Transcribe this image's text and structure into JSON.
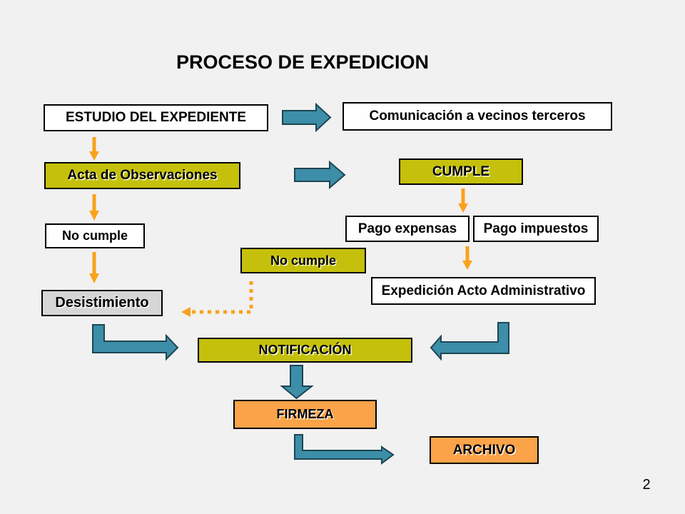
{
  "title": "PROCESO DE EXPEDICION",
  "page_number": "2",
  "colors": {
    "background": "#F1F1F1",
    "olive": "#C4C00C",
    "orange_box": "#FAA349",
    "orange_arrow": "#F9A21B",
    "teal": "#3D8EA8",
    "teal_outline": "#1D4553",
    "gray_box": "#D6D6D6"
  },
  "boxes": {
    "estudio": {
      "label": "ESTUDIO DEL EXPEDIENTE",
      "style": "white"
    },
    "comunicacion": {
      "label": "Comunicación a vecinos terceros",
      "style": "white"
    },
    "acta": {
      "label": "Acta de Observaciones",
      "style": "olive"
    },
    "cumple": {
      "label": "CUMPLE",
      "style": "olive"
    },
    "no_cumple_left": {
      "label": "No cumple",
      "style": "white"
    },
    "pago_expensas": {
      "label": "Pago expensas",
      "style": "white"
    },
    "pago_impuestos": {
      "label": "Pago impuestos",
      "style": "white"
    },
    "no_cumple_center": {
      "label": "No cumple",
      "style": "olive"
    },
    "expedicion": {
      "label": "Expedición Acto Administrativo",
      "style": "white"
    },
    "desistimiento": {
      "label": "Desistimiento",
      "style": "gray"
    },
    "notificacion": {
      "label": "NOTIFICACIÓN",
      "style": "olive"
    },
    "firmeza": {
      "label": "FIRMEZA",
      "style": "orange"
    },
    "archivo": {
      "label": "ARCHIVO",
      "style": "orange"
    }
  },
  "arrows": {
    "items": [
      {
        "name": "arrow-estudio-to-comunicacion",
        "type": "block-right"
      },
      {
        "name": "arrow-estudio-to-acta",
        "type": "solid-line-down"
      },
      {
        "name": "arrow-acta-to-cumple",
        "type": "block-right"
      },
      {
        "name": "arrow-acta-to-no-cumple",
        "type": "solid-line-down"
      },
      {
        "name": "arrow-cumple-to-pagos",
        "type": "solid-line-down"
      },
      {
        "name": "arrow-pagos-to-expedicion",
        "type": "solid-line-down"
      },
      {
        "name": "arrow-no-cumple-to-desistimiento",
        "type": "solid-line-down"
      },
      {
        "name": "arrow-no-cumple-center-dotted",
        "type": "dotted-elbow-left"
      },
      {
        "name": "arrow-desistimiento-to-notificacion",
        "type": "block-elbow-right"
      },
      {
        "name": "arrow-expedicion-to-notificacion",
        "type": "block-elbow-left"
      },
      {
        "name": "arrow-notificacion-to-firmeza",
        "type": "block-down"
      },
      {
        "name": "arrow-firmeza-to-archivo",
        "type": "block-elbow-right"
      }
    ]
  }
}
